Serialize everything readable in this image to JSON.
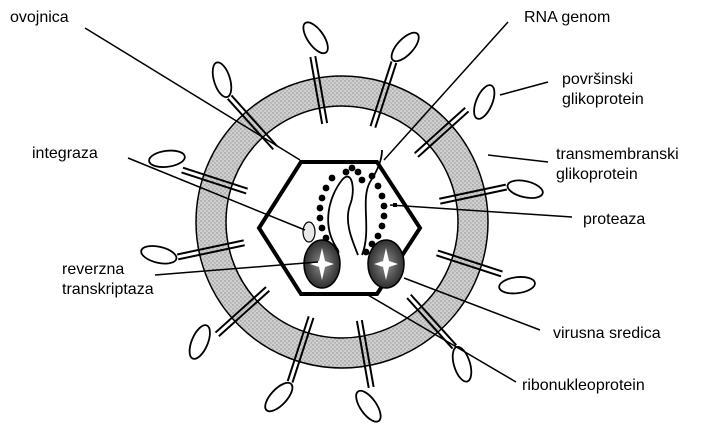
{
  "labels": {
    "ovojnica": "ovojnica",
    "rna_genom": "RNA genom",
    "povrsinski_1": "površinski",
    "povrsinski_2": "glikoprotein",
    "transmembranski_1": "transmembranski",
    "transmembranski_2": "glikoprotein",
    "integraza": "integraza",
    "proteaza": "proteaza",
    "reverzna_1": "reverzna",
    "reverzna_2": "transkriptaza",
    "virusna_sredica": "virusna sredica",
    "ribonukleoprotein": "ribonukleoprotein"
  },
  "colors": {
    "envelope_fill": "#bdbdbd",
    "line": "#000000",
    "background": "#ffffff"
  }
}
